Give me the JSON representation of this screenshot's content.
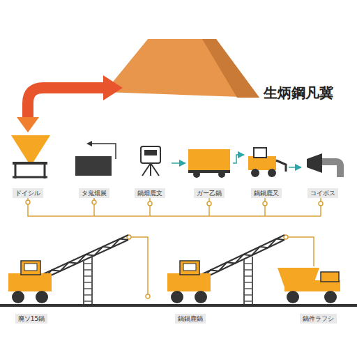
{
  "diagram": {
    "title": "生炳鋼凡冀",
    "nodes": [
      {
        "text": [
          "ドイシル"
        ]
      },
      {
        "text": [
          "タ鬼畑展"
        ]
      },
      {
        "text": [
          "鍋畑鹿文"
        ]
      },
      {
        "text": [
          "ガー乙鍋"
        ]
      },
      {
        "text": [
          "鍋鍋鹿又"
        ]
      },
      {
        "text": [
          "コイボス"
        ]
      },
      {
        "text": [
          "廃ソ15鍋"
        ]
      },
      {
        "text": [
          "鍋鍋鹿鍋"
        ]
      },
      {
        "text": [
          "鍋件ラフシ"
        ]
      }
    ],
    "edges": [
      {
        "from": 2,
        "to": 3,
        "arrow": "to"
      },
      {
        "from": 3,
        "to": 4,
        "arrow": "to"
      },
      {
        "from": 4,
        "to": 5,
        "arrow": "to"
      }
    ]
  }
}
